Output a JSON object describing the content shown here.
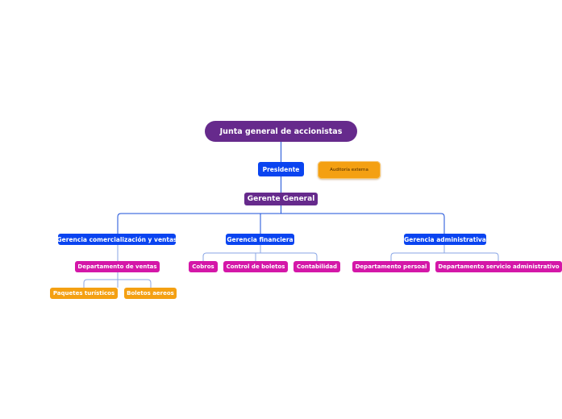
{
  "root": {
    "label": "Junta general de accionistas"
  },
  "presidente": {
    "label": "Presidente"
  },
  "auditoria": {
    "label": "Auditoría externa"
  },
  "gerente_general": {
    "label": "Gerente General"
  },
  "gerencias": [
    {
      "label": "Gerencia comercialización y ventas",
      "children": [
        {
          "label": "Departamento de ventas",
          "children": [
            {
              "label": "Paquetes turísticos"
            },
            {
              "label": "Boletos aereos"
            }
          ]
        }
      ]
    },
    {
      "label": "Gerencia financiera",
      "children": [
        {
          "label": "Cobros"
        },
        {
          "label": "Control de boletos"
        },
        {
          "label": "Contabilidad"
        }
      ]
    },
    {
      "label": "Gerencia administrativa",
      "children": [
        {
          "label": "Departamento persoal"
        },
        {
          "label": "Departamento servicio administrativo"
        }
      ]
    }
  ],
  "colors": {
    "root": "#662a8c",
    "level1": "#0a44f0",
    "level2": "#d417a8",
    "level3": "#f4a012",
    "connector_main": "#1a4fd8",
    "connector_sub": "#8aa6e6"
  }
}
